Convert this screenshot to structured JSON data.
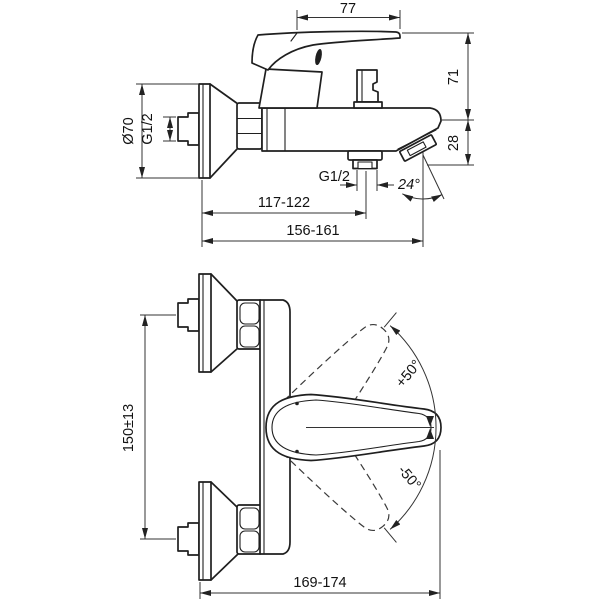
{
  "drawing": {
    "side_view": {
      "dim_lever_length": "77",
      "dim_height_upper": "71",
      "dim_spout_drop": "28",
      "dim_escutcheon_diameter": "Ø70",
      "thread_wall_inlet": "G1/2",
      "thread_shower_outlet": "G1/2",
      "angle_spout": "24°",
      "dim_wall_to_shower_outlet": "117-122",
      "dim_wall_to_spout_tip": "156-161"
    },
    "front_view": {
      "dim_inlet_spacing": "150±13",
      "angle_handle_up": "+50°",
      "angle_handle_down": "-50°",
      "dim_wall_to_handle_tip": "169-174"
    },
    "line_color": "#1f1f1f",
    "background_color": "#ffffff"
  }
}
